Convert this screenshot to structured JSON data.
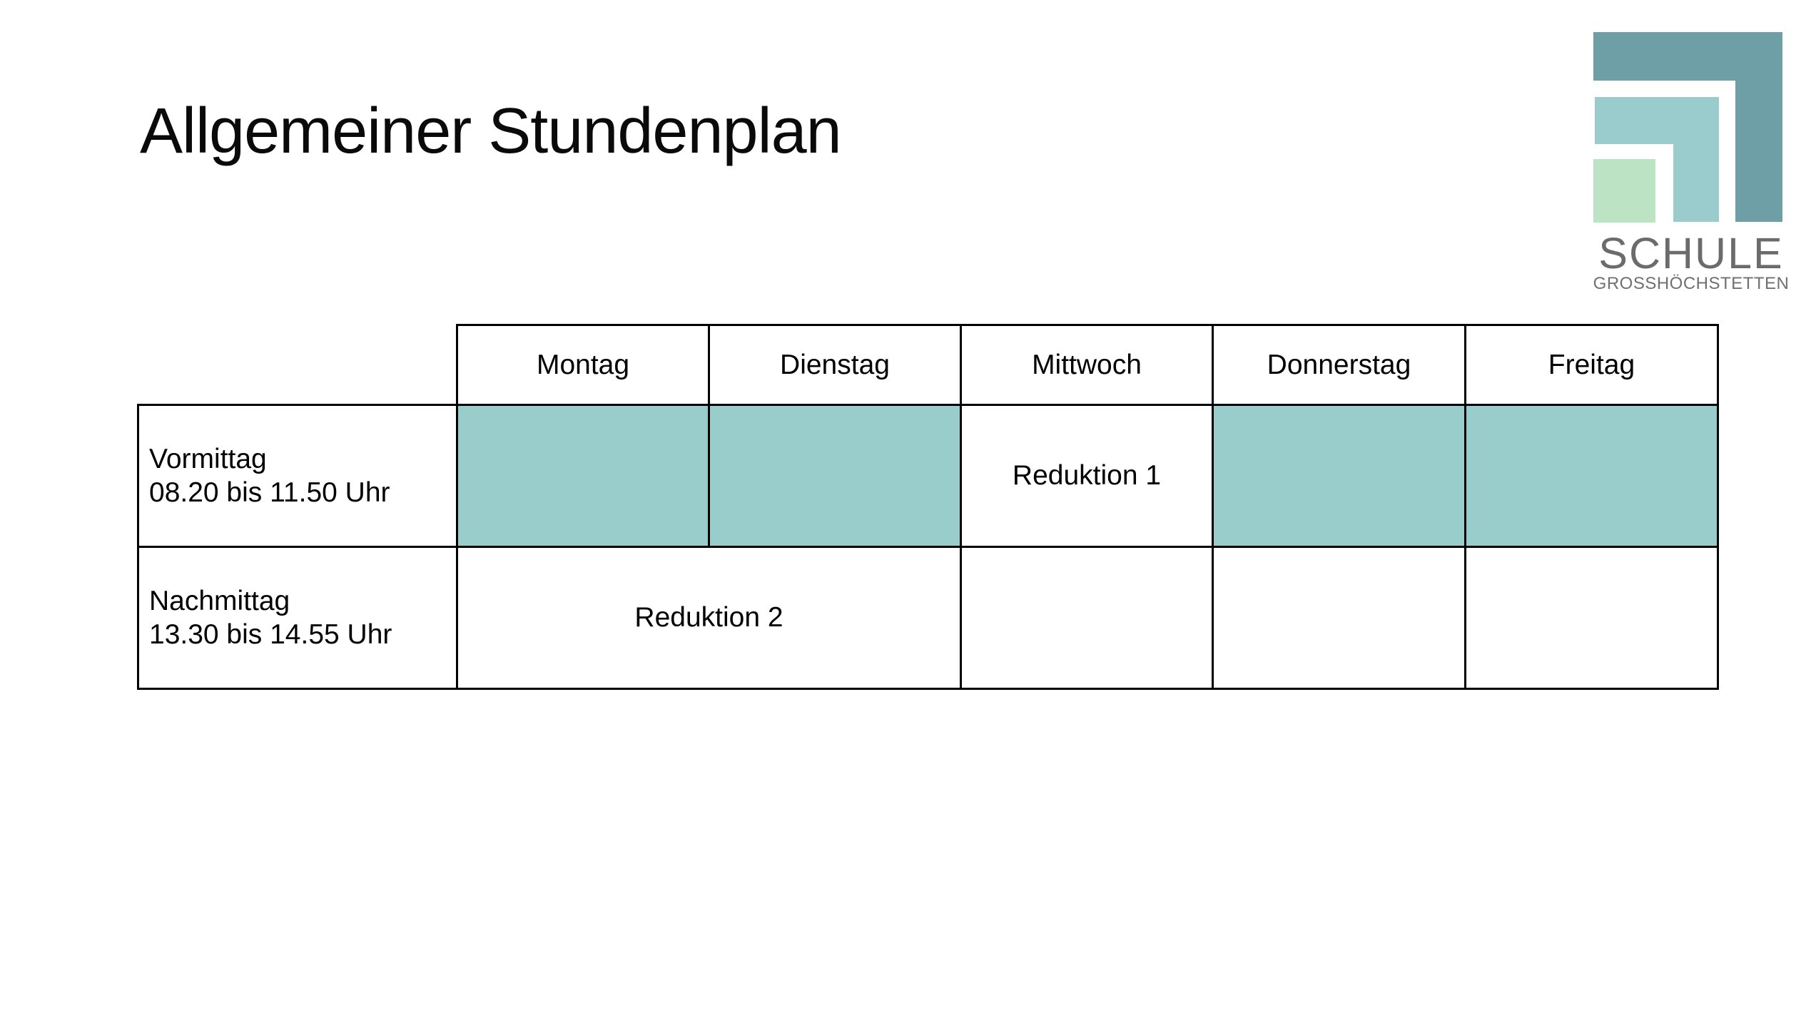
{
  "title": "Allgemeiner Stundenplan",
  "logo": {
    "name": "SCHULE",
    "subtitle": "GROSSHÖCHSTETTEN",
    "colors": {
      "outer_bracket": "#6F9FA6",
      "middle_bracket": "#9ACCCD",
      "inner_square": "#BCE3C4",
      "name_text": "#6B6B6B",
      "subtitle_text": "#707070"
    }
  },
  "table": {
    "accent_fill": "#99CDCC",
    "border_color": "#000000",
    "columns": [
      "Montag",
      "Dienstag",
      "Mittwoch",
      "Donnerstag",
      "Freitag"
    ],
    "rows": [
      {
        "label_line1": "Vormittag",
        "label_line2": "08.20 bis 11.50 Uhr",
        "cells": [
          {
            "day": "Montag",
            "filled": true,
            "text": ""
          },
          {
            "day": "Dienstag",
            "filled": true,
            "text": ""
          },
          {
            "day": "Mittwoch",
            "filled": false,
            "text": "Reduktion 1"
          },
          {
            "day": "Donnerstag",
            "filled": true,
            "text": ""
          },
          {
            "day": "Freitag",
            "filled": true,
            "text": ""
          }
        ]
      },
      {
        "label_line1": "Nachmittag",
        "label_line2": "13.30 bis 14.55 Uhr",
        "cells": [
          {
            "day": "Montag–Dienstag",
            "span": 2,
            "filled": false,
            "text": "Reduktion 2"
          },
          {
            "day": "Mittwoch",
            "filled": false,
            "text": ""
          },
          {
            "day": "Donnerstag",
            "filled": false,
            "text": ""
          },
          {
            "day": "Freitag",
            "filled": false,
            "text": ""
          }
        ]
      }
    ]
  }
}
